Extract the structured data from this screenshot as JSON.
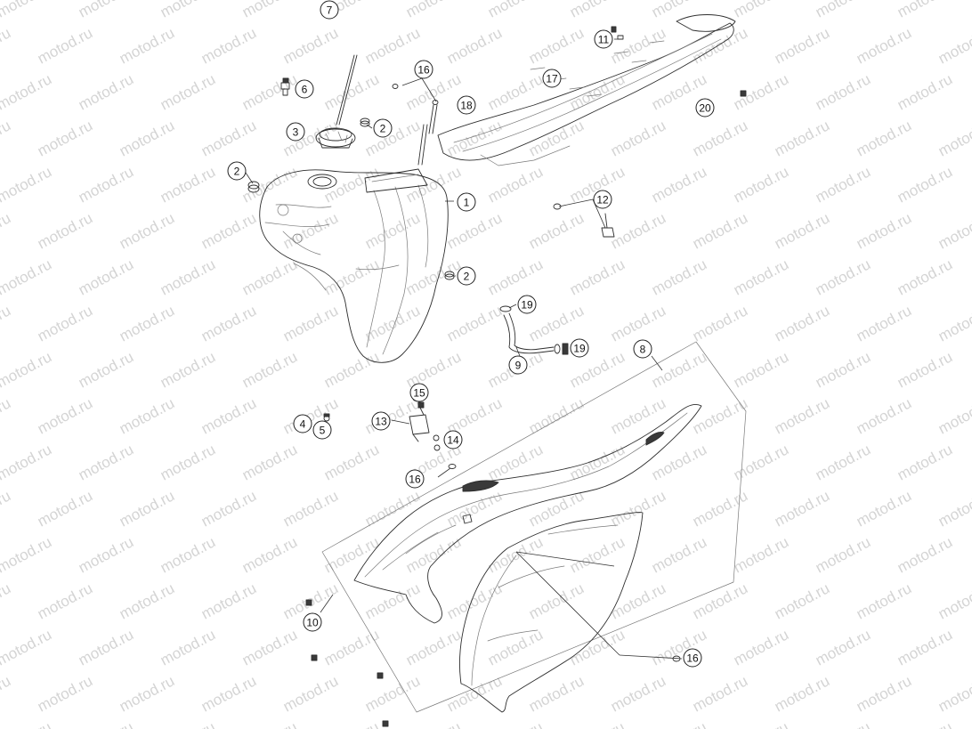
{
  "watermark": {
    "text": "motod.ru"
  },
  "callouts": [
    {
      "id": "c7a",
      "label": "7"
    },
    {
      "id": "c6",
      "label": "6"
    },
    {
      "id": "c3",
      "label": "3"
    },
    {
      "id": "c2a",
      "label": "2"
    },
    {
      "id": "c2b",
      "label": "2"
    },
    {
      "id": "c2c",
      "label": "2"
    },
    {
      "id": "c16a",
      "label": "16"
    },
    {
      "id": "c1",
      "label": "1"
    },
    {
      "id": "c11",
      "label": "11"
    },
    {
      "id": "c17",
      "label": "17"
    },
    {
      "id": "c18",
      "label": "18"
    },
    {
      "id": "c20",
      "label": "20"
    },
    {
      "id": "c12",
      "label": "12"
    },
    {
      "id": "c19a",
      "label": "19"
    },
    {
      "id": "c19b",
      "label": "19"
    },
    {
      "id": "c9",
      "label": "9"
    },
    {
      "id": "c8",
      "label": "8"
    },
    {
      "id": "c15",
      "label": "15"
    },
    {
      "id": "c4",
      "label": "4"
    },
    {
      "id": "c5",
      "label": "5"
    },
    {
      "id": "c13",
      "label": "13"
    },
    {
      "id": "c14",
      "label": "14"
    },
    {
      "id": "c16b",
      "label": "16"
    },
    {
      "id": "c10",
      "label": "10"
    },
    {
      "id": "c16c",
      "label": "16"
    }
  ]
}
